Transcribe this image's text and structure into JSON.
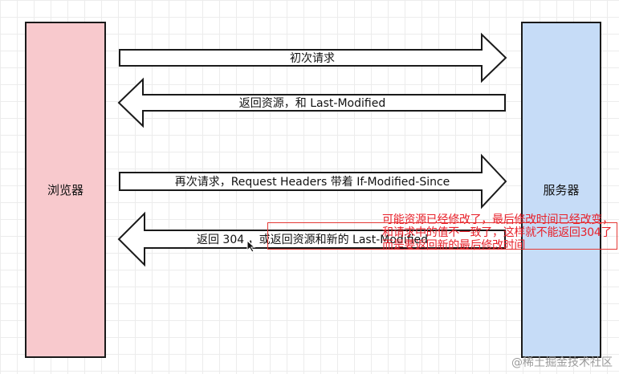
{
  "nodes": {
    "browser": "浏览器",
    "server": "服务器"
  },
  "arrows": [
    {
      "label": "初次请求",
      "direction": "right"
    },
    {
      "label": "返回资源，和 Last-Modified",
      "direction": "left"
    },
    {
      "label": "再次请求，Request Headers 带着 If-Modified-Since",
      "direction": "right"
    },
    {
      "label": "返回 304 ，或返回资源和新的 Last-Modified",
      "direction": "left"
    }
  ],
  "annotation": {
    "text": "可能资源已经修改了，最后修改时间已经改变，和请求中的值不一致了，这样就不能返回304了而是要返回新的最后修改时间"
  },
  "watermark": "@稀土掘金技术社区",
  "colors": {
    "browser_fill": "#f8c9cd",
    "server_fill": "#c6dcf7",
    "annotation_red": "#e8202a"
  }
}
